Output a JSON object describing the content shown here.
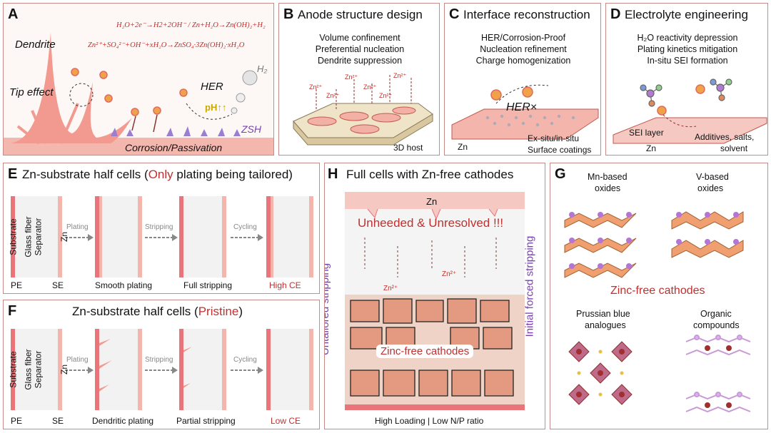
{
  "A": {
    "label": "A",
    "eq1": "H₂O+2e⁻→H2+2OH⁻ / Zn+H₂O→Zn(OH)₂+H₂",
    "eq2": "Zn²⁺+SO₄²⁻+OH⁻+xH₂O→ZnSO₄·3Zn(OH)₂·xH₂O",
    "dendrite": "Dendrite",
    "tip_effect": "Tip effect",
    "her": "HER",
    "h2": "H₂",
    "ph": "pH↑↑",
    "zsh": "ZSH",
    "corrosion": "Corrosion/Passivation"
  },
  "B": {
    "label": "B",
    "title": "Anode structure design",
    "lines": [
      "Volume confinement",
      "Preferential nucleation",
      "Dendrite suppression"
    ],
    "ion": "Zn²⁺",
    "host": "3D host"
  },
  "C": {
    "label": "C",
    "title": "Interface reconstruction",
    "lines": [
      "HER/Corrosion-Proof",
      "Nucleation refinement",
      "Charge homogenization"
    ],
    "her": "HER×",
    "zn": "Zn",
    "coat1": "Ex-situ/in-situ",
    "coat2": "Surface coatings"
  },
  "D": {
    "label": "D",
    "title": "Electrolyte engineering",
    "lines": [
      "H₂O reactivity depression",
      "Plating kinetics mitigation",
      "In-situ SEI formation"
    ],
    "sei": "SEI layer",
    "zn": "Zn",
    "add1": "Additives, salts,",
    "add2": "solvent"
  },
  "E": {
    "label": "E",
    "title_pre": "Zn-substrate half cells (",
    "title_hl": "Only",
    "title_post": " plating being tailored)",
    "substrate": "Substrate",
    "glass": "Glass fiber",
    "separator": "Separator",
    "zn": "Zn",
    "plating": "Plating",
    "stripping": "Stripping",
    "cycling": "Cycling",
    "pe": "PE",
    "se": "SE",
    "cap1": "Smooth plating",
    "cap2": "Full stripping",
    "cap3": "High CE"
  },
  "F": {
    "label": "F",
    "title_pre": "Zn-substrate half cells (",
    "title_hl": "Pristine",
    "title_post": ")",
    "substrate": "Substrate",
    "glass": "Glass fiber",
    "separator": "Separator",
    "zn": "Zn",
    "plating": "Plating",
    "stripping": "Stripping",
    "cycling": "Cycling",
    "pe": "PE",
    "se": "SE",
    "cap1": "Dendritic plating",
    "cap2": "Partial stripping",
    "cap3": "Low CE"
  },
  "H": {
    "label": "H",
    "title": "Full cells with Zn-free cathodes",
    "zn": "Zn",
    "unheeded": "Unheeded & Unresolved !!!",
    "ion": "Zn²⁺",
    "cathode": "Zinc-free cathodes",
    "bottom": "High Loading | Low N/P ratio",
    "left_side": "Untailored stripping",
    "right_side": "Initial forced stripping"
  },
  "G": {
    "label": "G",
    "mn1": "Mn-based",
    "mn2": "oxides",
    "v1": "V-based",
    "v2": "oxides",
    "zfc": "Zinc-free cathodes",
    "pb1": "Prussian blue",
    "pb2": "analogues",
    "org1": "Organic",
    "org2": "compounds"
  },
  "colors": {
    "accent_red": "#c0302e",
    "purple": "#7a3fb5",
    "border": "#c98a8a",
    "substrate": "#e9747a"
  }
}
